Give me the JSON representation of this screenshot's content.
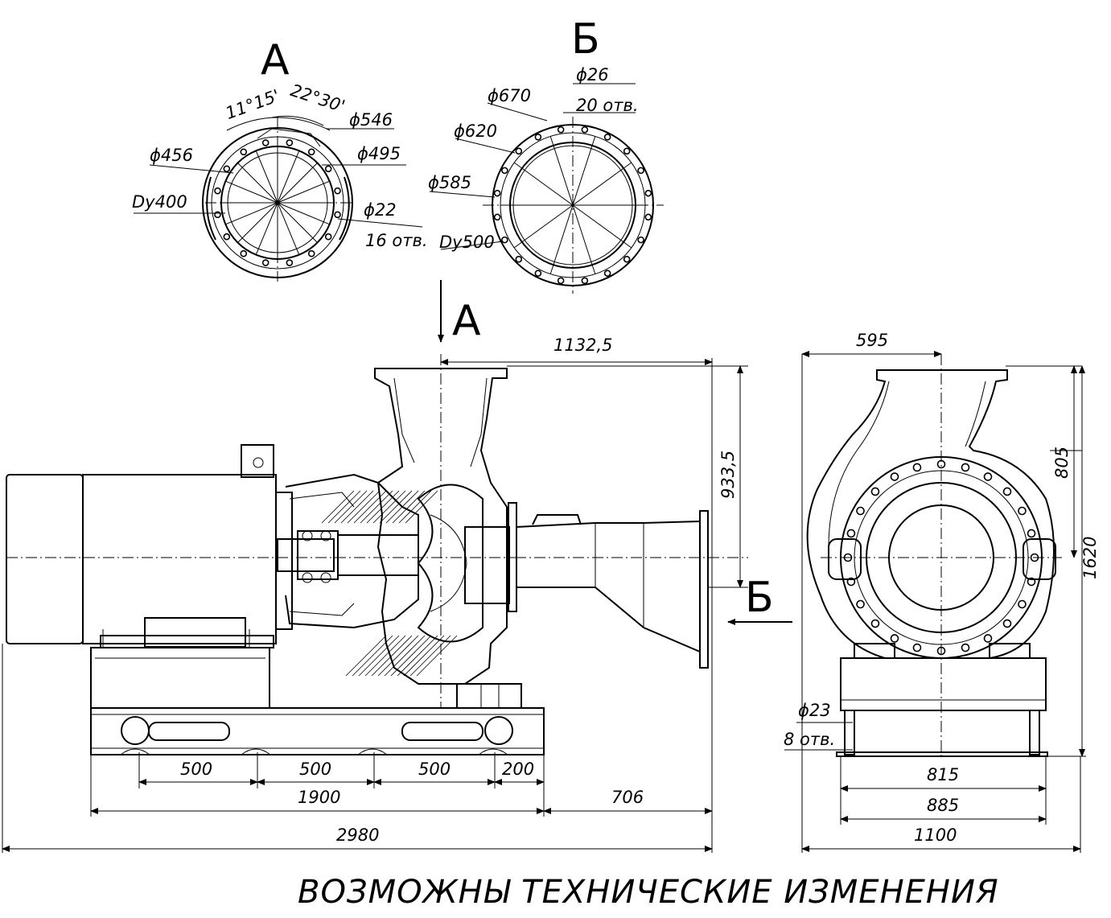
{
  "view_a": {
    "label": "А",
    "angle_1": "11°15'",
    "angle_2": "22°30'",
    "d546": "ϕ546",
    "d495": "ϕ495",
    "d456": "ϕ456",
    "dy400": "Dy400",
    "d22": "ϕ22",
    "holes16": "16 отв."
  },
  "view_b": {
    "label": "Б",
    "d26": "ϕ26",
    "holes20": "20 отв.",
    "d670": "ϕ670",
    "d620": "ϕ620",
    "d585": "ϕ585",
    "dy500": "Dy500"
  },
  "side_view": {
    "arrow_a": "А",
    "arrow_b": "Б",
    "dim_1132_5": "1132,5",
    "dim_933_5": "933,5",
    "dim_500_a": "500",
    "dim_500_b": "500",
    "dim_500_c": "500",
    "dim_200": "200",
    "dim_1900": "1900",
    "dim_706": "706",
    "dim_2980": "2980"
  },
  "end_view": {
    "dim_595": "595",
    "dim_805": "805",
    "dim_1620": "1620",
    "d23": "ϕ23",
    "holes8": "8 отв.",
    "dim_815": "815",
    "dim_885": "885",
    "dim_1100": "1100"
  },
  "footer": {
    "note": "ВОЗМОЖНЫ ТЕХНИЧЕСКИЕ ИЗМЕНЕНИЯ"
  }
}
